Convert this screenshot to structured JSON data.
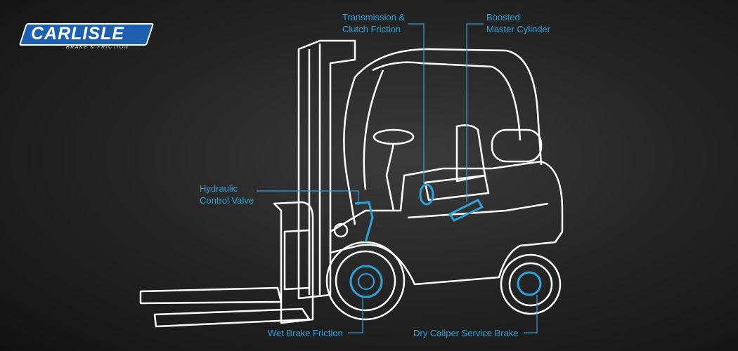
{
  "logo": {
    "name": "CARLISLE",
    "tagline": "BRAKE & FRICTION"
  },
  "labels": {
    "transmission": [
      "Transmission &",
      "Clutch Friction"
    ],
    "master_cylinder": [
      "Boosted",
      "Master Cylinder"
    ],
    "hydraulic": [
      "Hydraulic",
      "Control Valve"
    ],
    "wet_brake": "Wet Brake Friction",
    "dry_caliper": "Dry Caliper Service Brake"
  },
  "colors": {
    "accent": "#2fa2d8",
    "outline": "#ffffff",
    "brand": "#1d5fb0"
  }
}
